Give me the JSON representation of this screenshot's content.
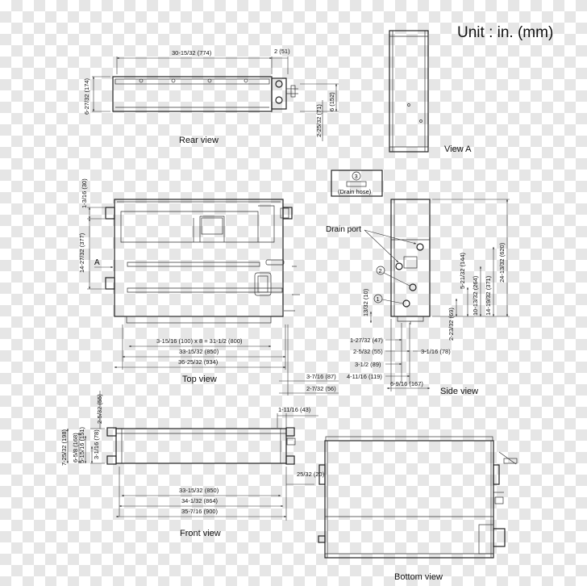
{
  "unit_label": "Unit : in. (mm)",
  "views": {
    "rear": "Rear view",
    "view_a": "View A",
    "top": "Top view",
    "side": "Side view",
    "front": "Front view",
    "bottom": "Bottom view"
  },
  "callouts": {
    "drain_port": "Drain port",
    "drain_hose": "(Drain hose)",
    "marker_1": "1",
    "marker_2": "2",
    "marker_3": "3",
    "arrow_a": "A"
  },
  "dimensions": {
    "rear_width": "30-15/32 (774)",
    "rear_offset": "2 (51)",
    "rear_height": "6-27/32 (174)",
    "rear_pipe_h": "6 (152)",
    "rear_pipe_low": "2-25/32 (71)",
    "top_pitch": "3-15/16 (100) x 8 = 31-1/2 (800)",
    "top_850": "33-15/32 (850)",
    "top_934": "36-25/32 (934)",
    "top_87": "3-7/16 (87)",
    "top_56": "2-7/32 (56)",
    "top_left_30": "1-3/16 (30)",
    "top_left_377": "14-27/32 (377)",
    "side_620": "24-13/32 (620)",
    "side_371": "14-19/32 (371)",
    "side_264": "10-13/32 (264)",
    "side_144": "5-21/32 (144)",
    "side_69": "2-23/32 (69)",
    "side_10": "13/32 (10)",
    "side_47": "1-27/32 (47)",
    "side_55": "2-5/32 (55)",
    "side_89": "3-1/2 (89)",
    "side_119": "4-11/16 (119)",
    "side_167": "6-9/16 (167)",
    "side_78": "3-1/16 (78)",
    "front_55": "2-5/32 (55)",
    "front_43": "1-11/16 (43)",
    "front_198": "7-25/32 (198)",
    "front_168": "6-5/8 (168)",
    "front_151": "5-15/16 (151)",
    "front_78": "3-1/16 (78)",
    "front_20": "25/32 (20)",
    "front_850": "33-15/32 (850)",
    "front_864": "34-1/32 (864)",
    "front_900": "35-7/16 (900)"
  }
}
